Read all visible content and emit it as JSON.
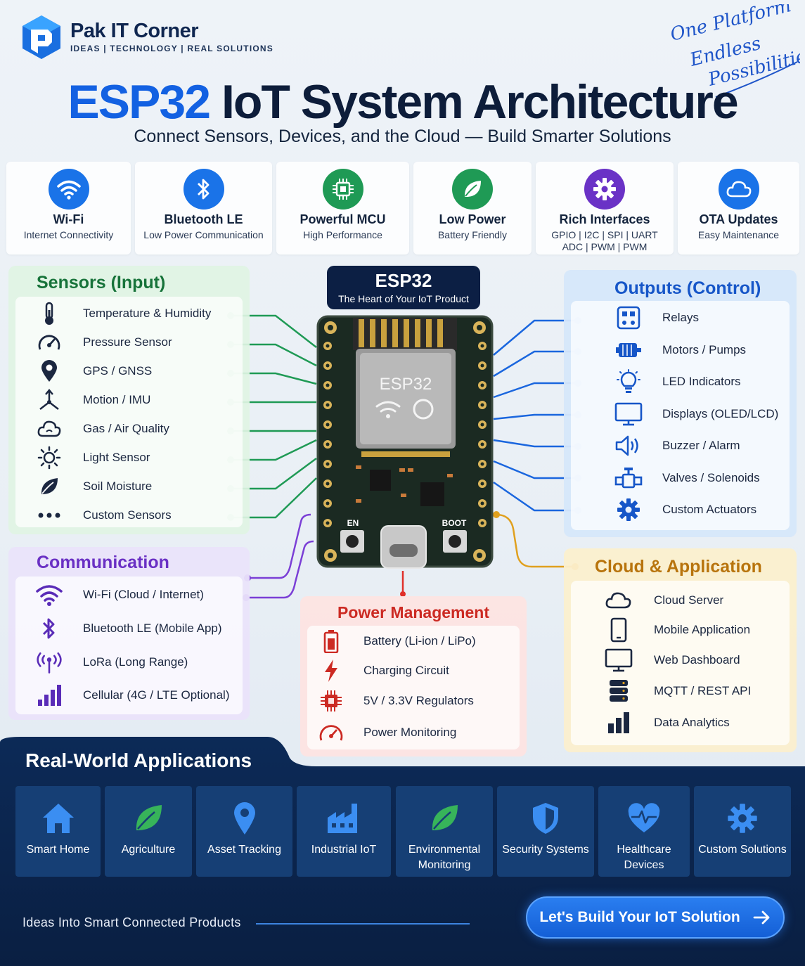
{
  "brand": {
    "name": "Pak IT Corner",
    "tagline": "IDEAS | TECHNOLOGY | REAL SOLUTIONS"
  },
  "slogan": {
    "line1": "One Platform",
    "line2": "Endless",
    "line3": "Possibilities"
  },
  "title": {
    "highlight": "ESP32",
    "rest": "IoT System Architecture"
  },
  "subtitle": "Connect Sensors, Devices, and the Cloud — Build Smarter Solutions",
  "features": [
    {
      "title": "Wi-Fi",
      "sub": "Internet Connectivity",
      "icon": "wifi-icon",
      "color": "#1a73e8"
    },
    {
      "title": "Bluetooth LE",
      "sub": "Low Power Communication",
      "icon": "bluetooth-icon",
      "color": "#1a73e8"
    },
    {
      "title": "Powerful MCU",
      "sub": "High Performance",
      "icon": "chip-icon",
      "color": "#1f9a55"
    },
    {
      "title": "Low Power",
      "sub": "Battery Friendly",
      "icon": "leaf-icon",
      "color": "#1f9a55"
    },
    {
      "title": "Rich Interfaces",
      "sub": "GPIO | I2C | SPI | UART",
      "sub2": "ADC | PWM | PWM",
      "icon": "gear-icon",
      "color": "#6a32c6"
    },
    {
      "title": "OTA Updates",
      "sub": "Easy Maintenance",
      "icon": "cloud-icon",
      "color": "#1a73e8"
    }
  ],
  "esp": {
    "title": "ESP32",
    "sub": "The Heart of Your IoT Product",
    "chip_label": "ESP32",
    "en_label": "EN",
    "boot_label": "BOOT"
  },
  "sensors": {
    "title": "Sensors (Input)",
    "items": [
      "Temperature & Humidity",
      "Pressure Sensor",
      "GPS / GNSS",
      "Motion / IMU",
      "Gas / Air Quality",
      "Light Sensor",
      "Soil Moisture",
      "Custom Sensors"
    ]
  },
  "communication": {
    "title": "Communication",
    "items": [
      "Wi-Fi (Cloud / Internet)",
      "Bluetooth LE (Mobile App)",
      "LoRa (Long Range)",
      "Cellular (4G / LTE Optional)"
    ]
  },
  "outputs": {
    "title": "Outputs (Control)",
    "items": [
      "Relays",
      "Motors / Pumps",
      "LED Indicators",
      "Displays (OLED/LCD)",
      "Buzzer / Alarm",
      "Valves / Solenoids",
      "Custom Actuators"
    ]
  },
  "cloud": {
    "title": "Cloud & Application",
    "items": [
      "Cloud Server",
      "Mobile Application",
      "Web Dashboard",
      "MQTT / REST API",
      "Data Analytics"
    ]
  },
  "power": {
    "title": "Power Management",
    "items": [
      "Battery (Li-ion / LiPo)",
      "Charging Circuit",
      "5V / 3.3V Regulators",
      "Power Monitoring"
    ]
  },
  "applications": {
    "title": "Real-World Applications",
    "items": [
      {
        "line1": "Smart Home",
        "line2": ""
      },
      {
        "line1": "Agriculture",
        "line2": ""
      },
      {
        "line1": "Asset Tracking",
        "line2": ""
      },
      {
        "line1": "Industrial IoT",
        "line2": ""
      },
      {
        "line1": "Environmental",
        "line2": "Monitoring"
      },
      {
        "line1": "Security Systems",
        "line2": ""
      },
      {
        "line1": "Healthcare",
        "line2": "Devices"
      },
      {
        "line1": "Custom Solutions",
        "line2": ""
      }
    ]
  },
  "footer": {
    "text": "Ideas Into Smart Connected Products",
    "cta": "Let's Build Your IoT Solution",
    "cta_icon": "arrow-right-icon"
  },
  "colors": {
    "blue": "#1361e2",
    "green": "#17733a",
    "purple": "#6a30c4",
    "orange": "#b8740d",
    "red": "#cc2a23",
    "navy": "#0c1f44"
  }
}
